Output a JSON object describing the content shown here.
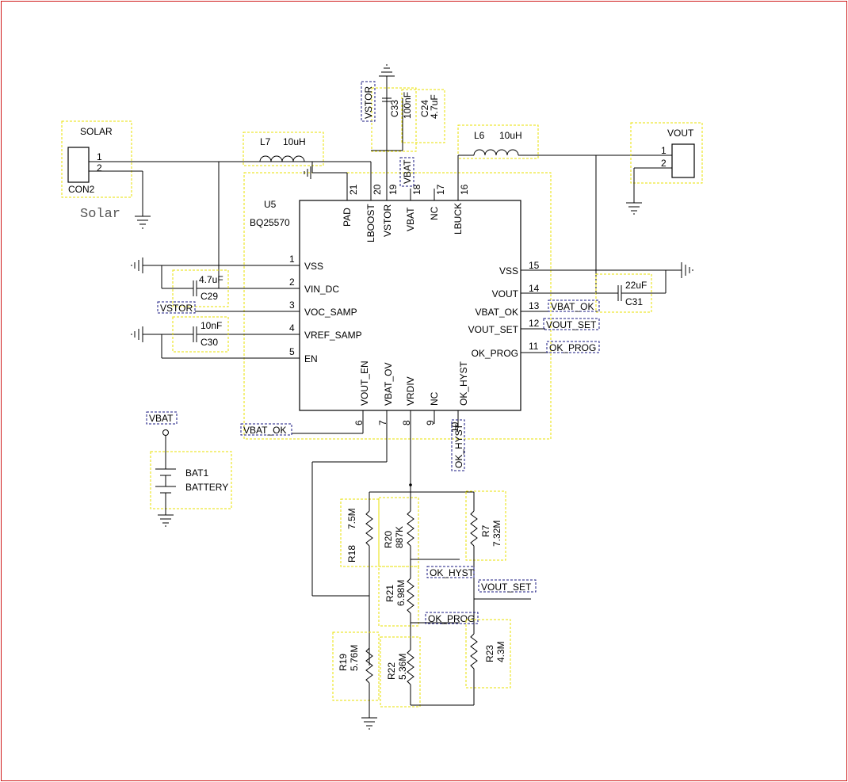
{
  "ic": {
    "ref": "U5",
    "part": "BQ25570",
    "pins_top": [
      {
        "num": "21",
        "name": "PAD"
      },
      {
        "num": "20",
        "name": "LBOOST"
      },
      {
        "num": "19",
        "name": "VSTOR"
      },
      {
        "num": "18",
        "name": "VBAT"
      },
      {
        "num": "17",
        "name": "NC"
      },
      {
        "num": "16",
        "name": "LBUCK"
      }
    ],
    "pins_left": [
      {
        "num": "1",
        "name": "VSS"
      },
      {
        "num": "2",
        "name": "VIN_DC"
      },
      {
        "num": "3",
        "name": "VOC_SAMP"
      },
      {
        "num": "4",
        "name": "VREF_SAMP"
      },
      {
        "num": "5",
        "name": "EN"
      }
    ],
    "pins_right": [
      {
        "num": "15",
        "name": "VSS"
      },
      {
        "num": "14",
        "name": "VOUT"
      },
      {
        "num": "13",
        "name": "VBAT_OK"
      },
      {
        "num": "12",
        "name": "VOUT_SET"
      },
      {
        "num": "11",
        "name": "OK_PROG"
      }
    ],
    "pins_bottom": [
      {
        "num": "6",
        "name": "VOUT_EN"
      },
      {
        "num": "7",
        "name": "VBAT_OV"
      },
      {
        "num": "8",
        "name": "VRDIV"
      },
      {
        "num": "9",
        "name": "NC"
      },
      {
        "num": "10",
        "name": "OK_HYST"
      }
    ]
  },
  "connectors": {
    "solar": {
      "title": "SOLAR",
      "ref": "CON2",
      "pin1": "1",
      "pin2": "2",
      "caption": "Solar"
    },
    "vout": {
      "title": "VOUT",
      "pin1": "1",
      "pin2": "2"
    }
  },
  "inductors": {
    "l7": {
      "ref": "L7",
      "value": "10uH"
    },
    "l6": {
      "ref": "L6",
      "value": "10uH"
    }
  },
  "capacitors": {
    "c29": {
      "ref": "C29",
      "value": "4.7uF"
    },
    "c30": {
      "ref": "C30",
      "value": "10nF"
    },
    "c31": {
      "ref": "C31",
      "value": "22uF"
    },
    "c33": {
      "ref": "C33",
      "value": "100nF"
    },
    "c24": {
      "ref": "C24",
      "value": "4.7uF"
    }
  },
  "resistors": {
    "r18": {
      "ref": "R18",
      "value": "7.5M"
    },
    "r20": {
      "ref": "R20",
      "value": "887K"
    },
    "r7": {
      "ref": "R7",
      "value": "7.32M"
    },
    "r21": {
      "ref": "R21",
      "value": "6.98M"
    },
    "r19": {
      "ref": "R19",
      "value": "5.76M"
    },
    "r22": {
      "ref": "R22",
      "value": "5.36M"
    },
    "r23": {
      "ref": "R23",
      "value": "4.3M"
    }
  },
  "battery": {
    "ref": "BAT1",
    "type": "BATTERY",
    "net": "VBAT"
  },
  "net_labels": {
    "vstor_top": "VSTOR",
    "vbat_top": "VBAT",
    "vstor_left": "VSTOR",
    "vbat_ok_right": "VBAT_OK",
    "vout_set_right": "VOUT_SET",
    "ok_prog_right": "OK_PROG",
    "vbat_ok_bottom": "VBAT_OK",
    "ok_hyst_bottom": "OK_HYST",
    "ok_hyst_div": "OK_HYST",
    "vout_set_div": "VOUT_SET",
    "ok_prog_div": "OK_PROG"
  },
  "colors": {
    "wire": "#000000",
    "part_outline": "#e8e000",
    "net_label_outline": "#1a1a80",
    "sheet_border": "#d01818",
    "caption_text": "#555555"
  }
}
